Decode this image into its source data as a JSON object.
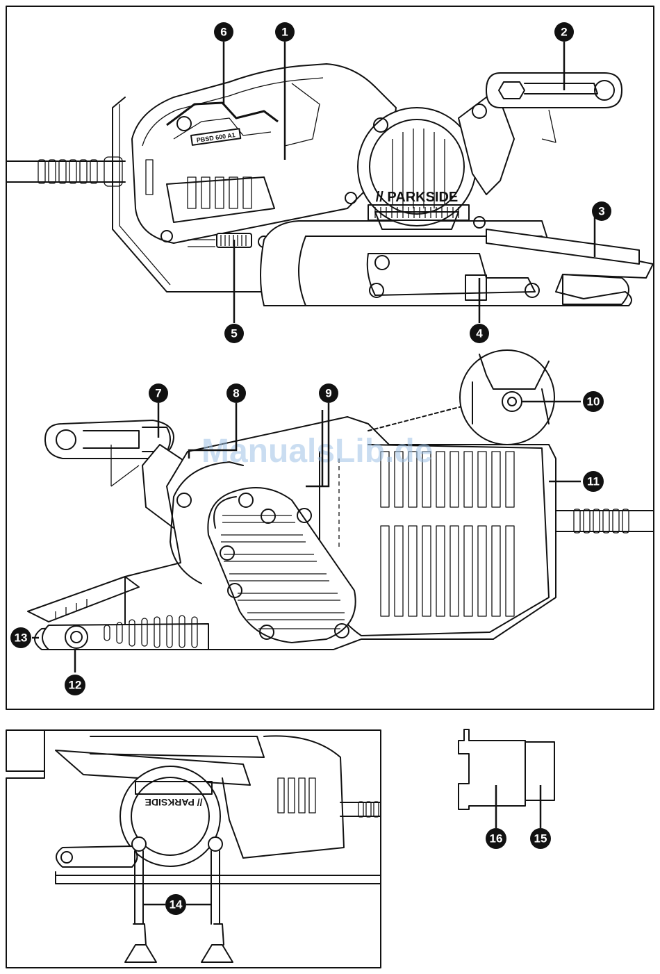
{
  "figure": {
    "callouts": [
      "1",
      "2",
      "3",
      "4",
      "5",
      "6",
      "7",
      "8",
      "9",
      "10",
      "11",
      "12",
      "13",
      "14",
      "15",
      "16"
    ],
    "brand_text": "// PARKSIDE",
    "model_text": "PBSD 600 A1",
    "watermark": "ManualsLib.de"
  }
}
